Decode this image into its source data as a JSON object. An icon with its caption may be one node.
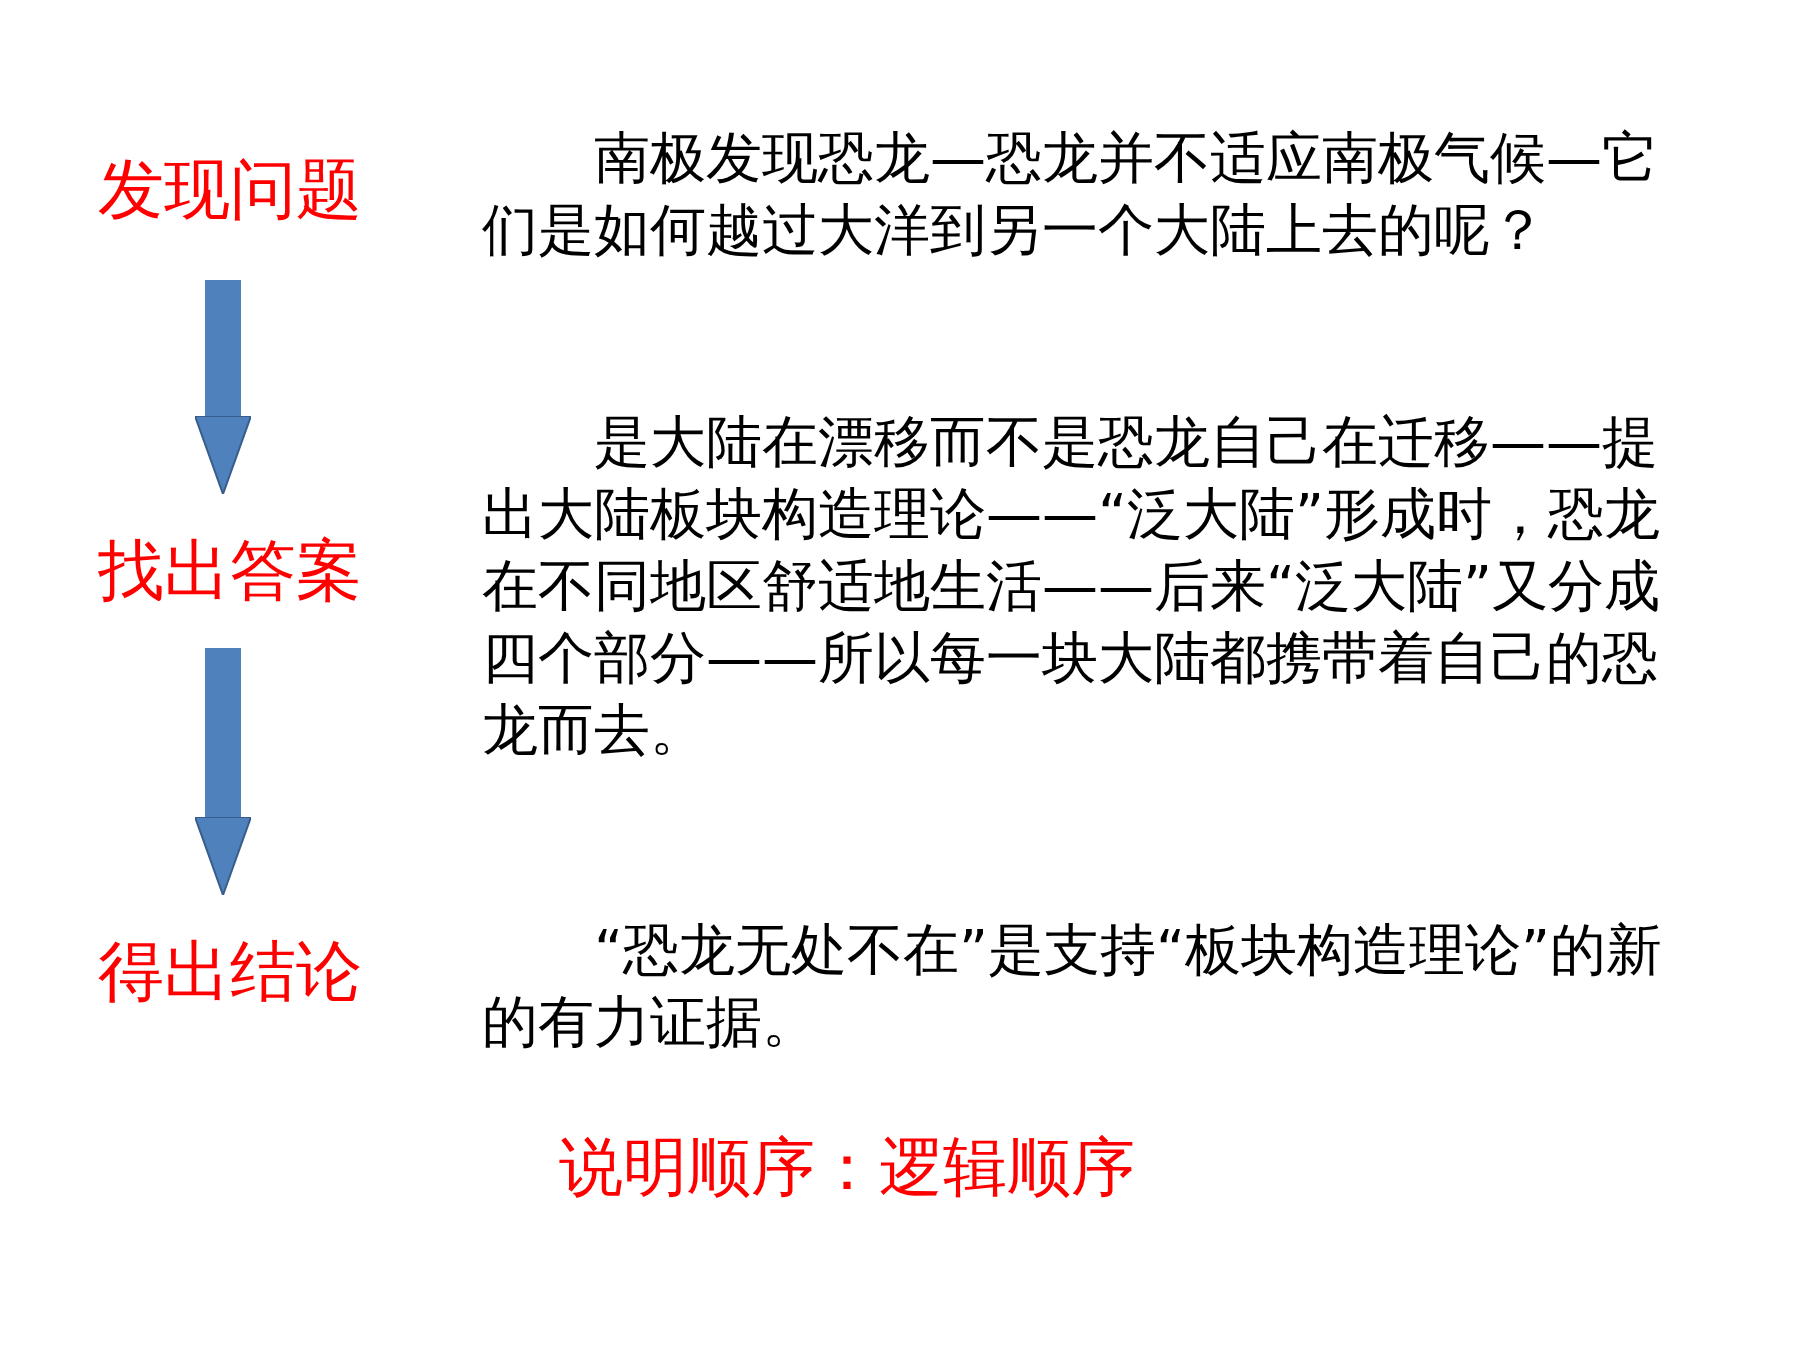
{
  "diagram": {
    "nodes": [
      {
        "text": [
          "发现问题"
        ]
      },
      {
        "text": [
          "找出答案"
        ]
      },
      {
        "text": [
          "得出结论"
        ]
      }
    ],
    "edges": [
      {
        "from": 0,
        "to": 1,
        "arrow": "to"
      },
      {
        "from": 1,
        "to": 2,
        "arrow": "to"
      }
    ],
    "labels": [
      "南极发现恐龙—恐龙并不适应南极气候—它们是如何越过大洋到另一个大陆上去的呢？",
      "是大陆在漂移而不是恐龙自己在迁移——提出大陆板块构造理论——“泛大陆”形成时，恐龙在不同地区舒适地生活——后来“泛大陆”又分成四个部分——所以每一块大陆都携带着自己的恐龙而去。",
      "“恐龙无处不在”是支持“板块构造理论”的新的有力证据。",
      "说明顺序：逻辑顺序"
    ]
  }
}
